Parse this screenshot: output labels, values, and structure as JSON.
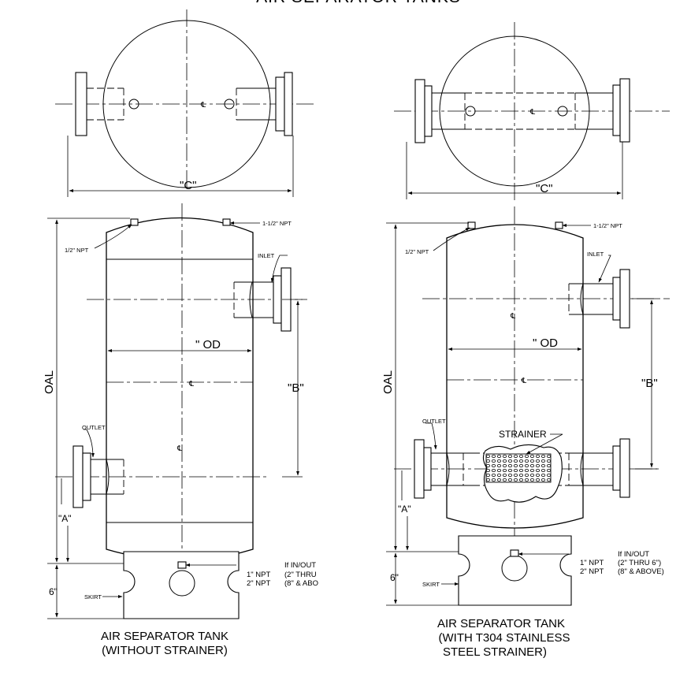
{
  "header": {
    "title": "AIR SEPARATOR TANKS"
  },
  "symbols": {
    "centerline": "℄"
  },
  "left_tank": {
    "caption_line1": "AIR SEPARATOR TANK",
    "caption_line2": "(WITHOUT STRAINER)",
    "dim_c": "\"C\"",
    "dim_od": "\" OD",
    "dim_b": "\"B\"",
    "dim_a": "\"A\"",
    "dim_oal": "OAL",
    "dim_skirt_height": "6\"",
    "label_npt_top_left": "1/2\" NPT",
    "label_npt_top_right": "1-1/2\" NPT",
    "label_inlet": "INLET",
    "label_outlet": "OUTLET",
    "label_skirt": "SKIRT",
    "drain_npt_1": "1\" NPT",
    "drain_npt_2": "2\" NPT",
    "drain_if": "If  IN/OUT",
    "drain_range_1": "(2\" THRU",
    "drain_range_2": "(8\" & ABO"
  },
  "right_tank": {
    "caption_line1": "AIR SEPARATOR TANK",
    "caption_line2": "(WITH T304 STAINLESS",
    "caption_line3": "STEEL STRAINER)",
    "dim_c": "\"C\"",
    "dim_od": "\" OD",
    "dim_b": "\"B\"",
    "dim_a": "\"A\"",
    "dim_oal": "OAL",
    "dim_skirt_height": "6\"",
    "label_npt_top_left": "1/2\" NPT",
    "label_npt_top_right": "1-1/2\" NPT",
    "label_inlet": "INLET",
    "label_outlet": "OUTLET",
    "label_strainer": "STRAINER",
    "label_skirt": "SKIRT",
    "drain_npt_1": "1\" NPT",
    "drain_npt_2": "2\" NPT",
    "drain_if": "If  IN/OUT",
    "drain_range_1": "(2\" THRU 6\")",
    "drain_range_2": "(8\" & ABOVE)"
  }
}
